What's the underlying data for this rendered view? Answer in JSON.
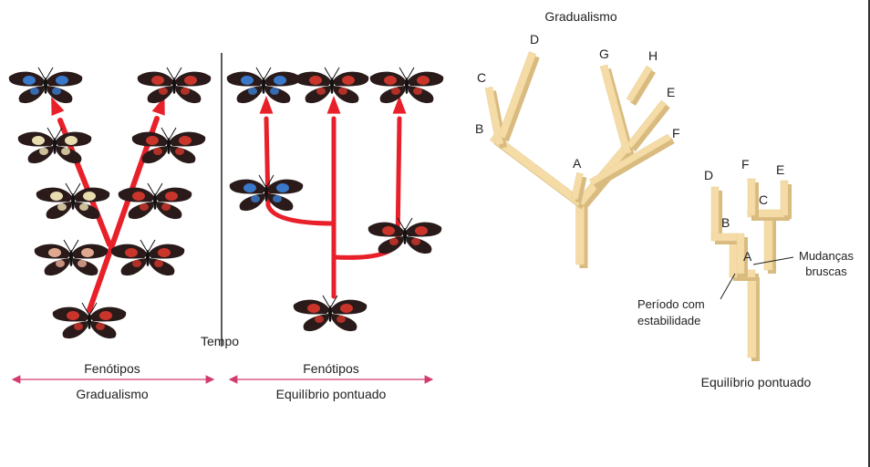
{
  "left_panel": {
    "time_label": "Tempo",
    "gradualism": {
      "phenotypes_label": "Fenótipos",
      "title": "Gradualismo"
    },
    "punctuated": {
      "phenotypes_label": "Fenótipos",
      "title": "Equilíbrio pontuado"
    }
  },
  "right_panel": {
    "gradualism_tree": {
      "title": "Gradualismo",
      "nodes": [
        "A",
        "B",
        "C",
        "D",
        "E",
        "F",
        "G",
        "H"
      ]
    },
    "punctuated_tree": {
      "title": "Equilíbrio pontuado",
      "nodes": [
        "A",
        "B",
        "C",
        "D",
        "E",
        "F"
      ],
      "annotation_sudden": [
        "Mudanças",
        "bruscas"
      ],
      "annotation_stability": [
        "Período com",
        "estabilidade"
      ]
    }
  },
  "colors": {
    "arrow": "#e8202a",
    "axis_pink": "#d23b6e",
    "branch_face": "#f5dca6",
    "branch_side": "#d9bb7f",
    "butterfly_dark": "#2a1a1a",
    "spot_blue": "#3a78c9",
    "spot_red": "#c9352a",
    "spot_cream": "#e8dcb0"
  },
  "icons": [
    "butterfly-icon",
    "arrow-icon"
  ]
}
